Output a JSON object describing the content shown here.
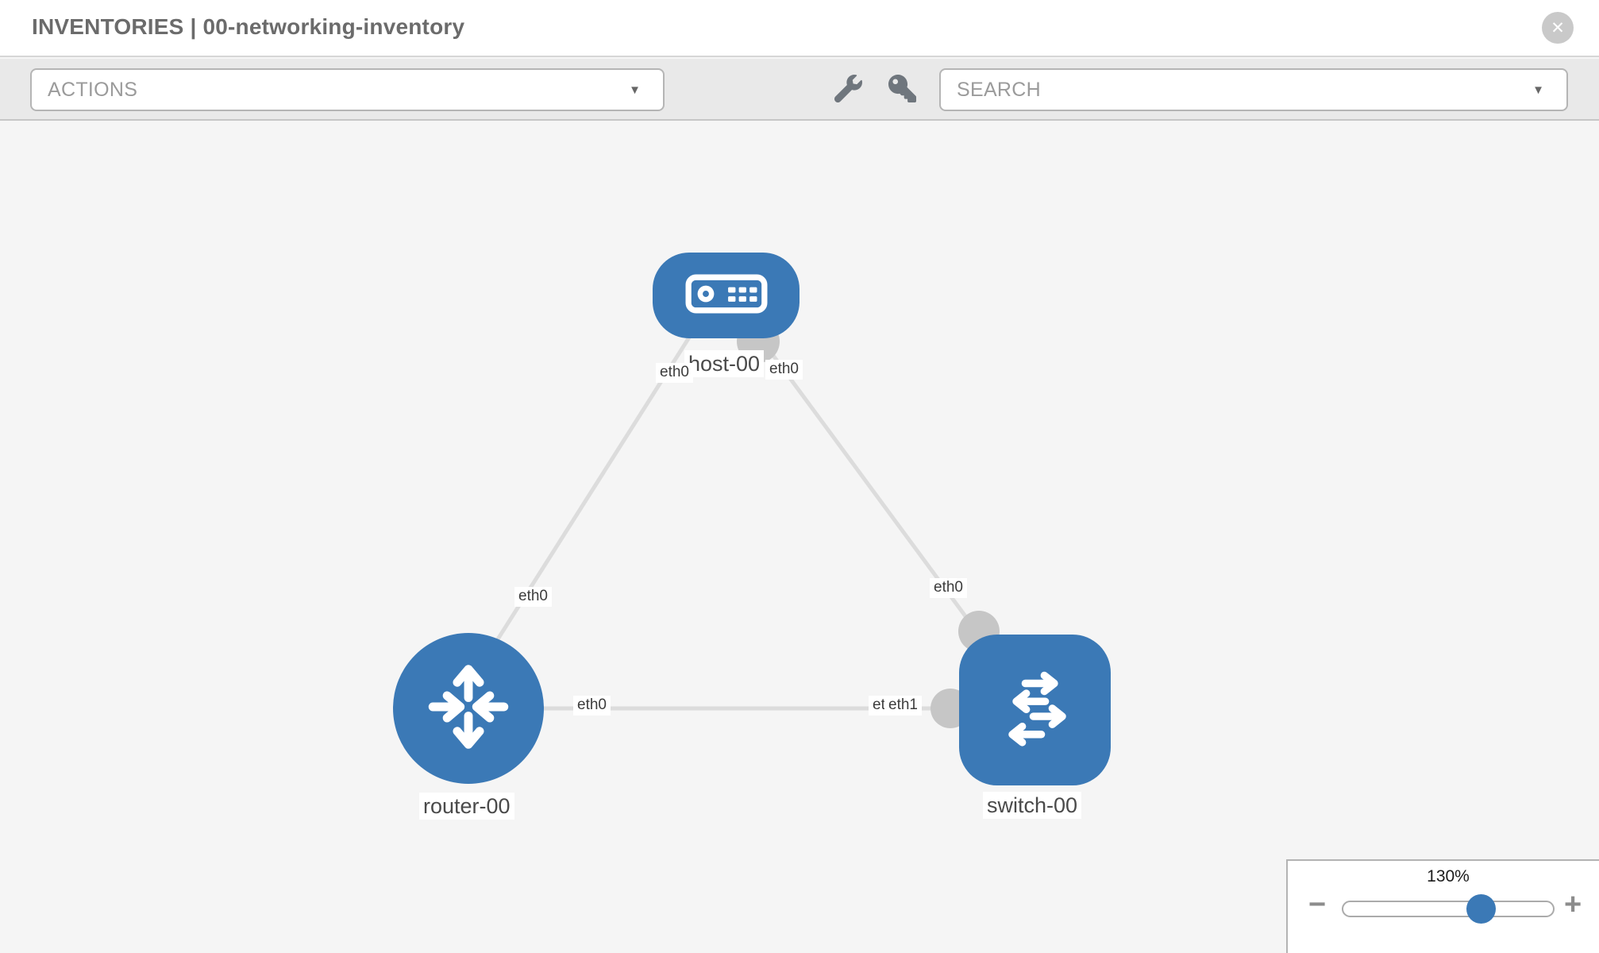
{
  "header": {
    "title": "INVENTORIES | 00-networking-inventory",
    "close_glyph": "✕"
  },
  "toolbar": {
    "actions_placeholder": "ACTIONS",
    "search_placeholder": "SEARCH",
    "caret_glyph": "▼",
    "icon_buttons": [
      "wrench-icon",
      "key-icon"
    ]
  },
  "topology": {
    "nodes": [
      {
        "id": "host-00",
        "type": "host",
        "label": "host-00"
      },
      {
        "id": "router-00",
        "type": "router",
        "label": "router-00"
      },
      {
        "id": "switch-00",
        "type": "switch",
        "label": "switch-00"
      }
    ],
    "links": [
      {
        "from": "host-00",
        "to": "router-00",
        "from_label": "eth0",
        "to_label": "eth0"
      },
      {
        "from": "host-00",
        "to": "switch-00",
        "from_label": "eth0",
        "to_label": "eth0"
      },
      {
        "from": "router-00",
        "to": "switch-00",
        "from_label": "eth0",
        "to_label": "eth1",
        "to_label_overlap": "et"
      }
    ]
  },
  "zoom_control": {
    "level": "130%",
    "minus_glyph": "−",
    "plus_glyph": "+"
  },
  "colors": {
    "node_blue": "#3b79b6",
    "link_gray": "#dcdcdc",
    "dot_gray": "#c6c6c6",
    "toolbar_bg": "#e9e9e9",
    "canvas_bg": "#f5f5f5"
  }
}
